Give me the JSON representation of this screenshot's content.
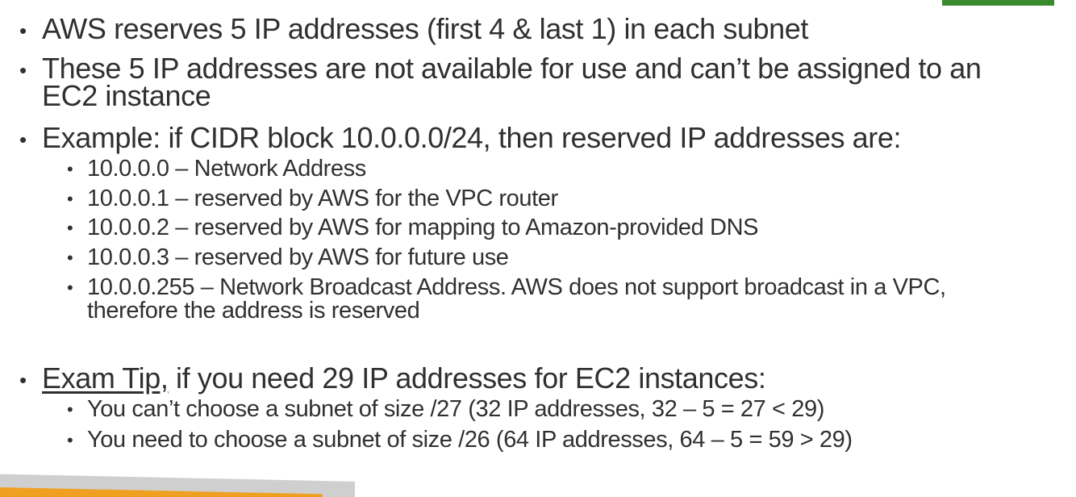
{
  "bullets": {
    "b1": "AWS reserves 5 IP addresses (first 4 & last 1) in each subnet",
    "b2_line1": "These 5 IP addresses are not available for use and can’t be assigned to an",
    "b2_line2": "EC2 instance",
    "b3": "Example: if CIDR block 10.0.0.0/24, then reserved IP addresses are:",
    "sub": {
      "s1": "10.0.0.0 – Network Address",
      "s2": "10.0.0.1 – reserved by AWS for the VPC router",
      "s3": "10.0.0.2 – reserved by AWS for mapping to Amazon-provided DNS",
      "s4": "10.0.0.3 – reserved by AWS for future use",
      "s5_line1": "10.0.0.255 – Network Broadcast Address. AWS does not support broadcast in a VPC,",
      "s5_line2": "therefore the address is reserved"
    },
    "tip_label": "Exam Tip,",
    "tip_rest": " if you need 29 IP addresses for EC2 instances:",
    "tip_sub": {
      "t1": "You can’t choose a subnet of size /27 (32 IP addresses, 32 – 5 = 27 < 29)",
      "t2": "You need to choose a subnet of size /26 (64 IP addresses, 64 – 5 = 59 > 29)"
    }
  },
  "colors": {
    "accent_green": "#3a8a2e",
    "accent_orange": "#f0a020",
    "decor_gray": "#cfcfcf",
    "text": "#303030"
  }
}
